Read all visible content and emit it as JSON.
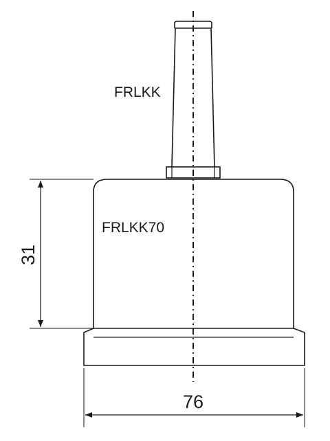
{
  "labels": {
    "upper_part": "FRLKK",
    "lower_part": "FRLKK70"
  },
  "dimensions": {
    "height": "31",
    "width": "76"
  },
  "colors": {
    "line": "#1a1a1a",
    "background": "#ffffff"
  }
}
